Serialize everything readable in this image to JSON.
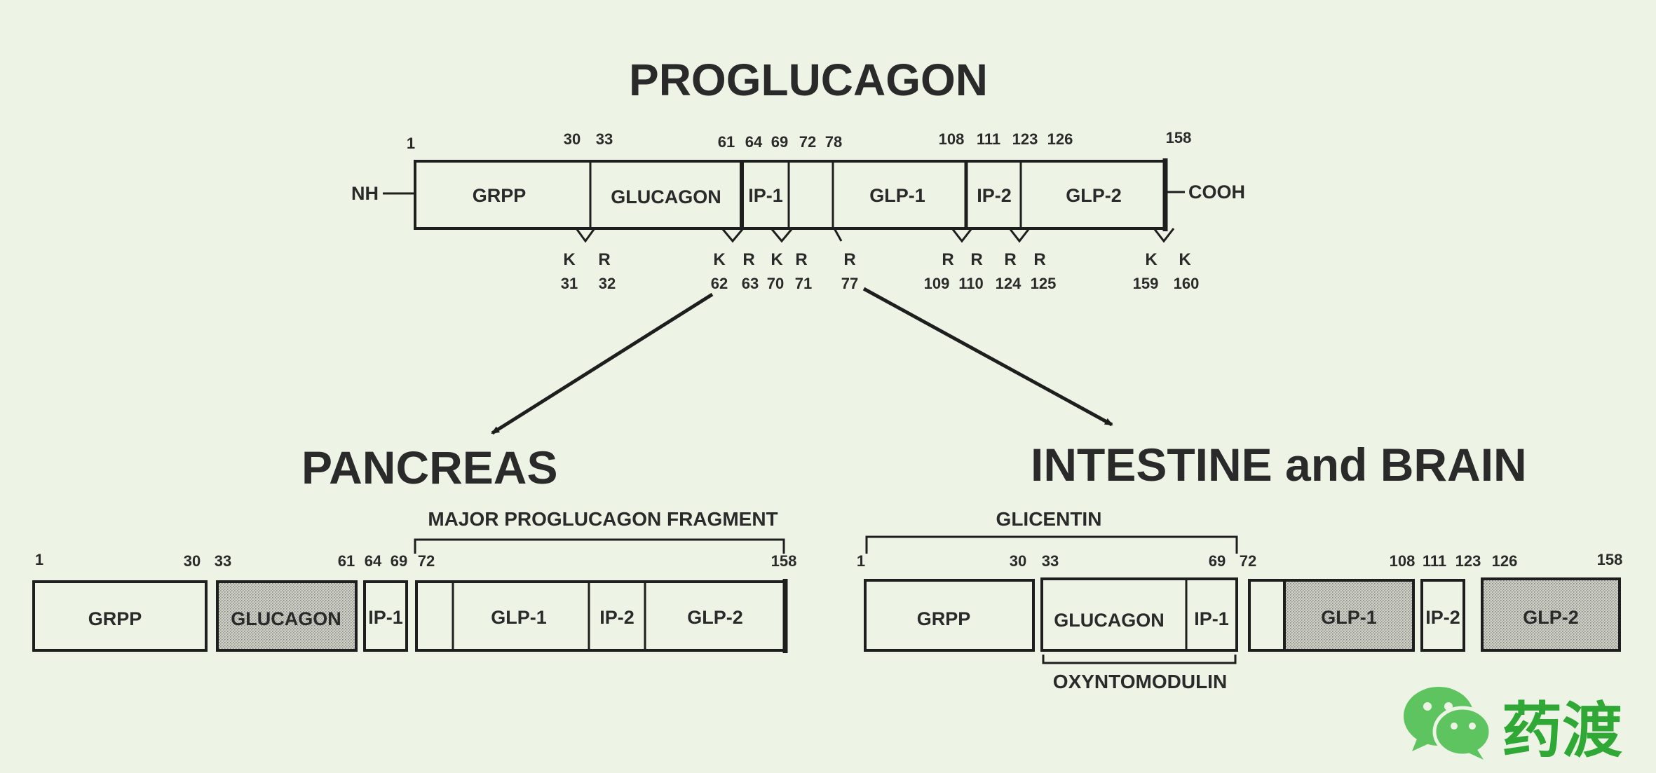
{
  "title": "PROGLUCAGON",
  "proglucagon": {
    "nh_label": "NH",
    "cooh_label": "COOH",
    "segments": [
      "GRPP",
      "GLUCAGON",
      "IP-1",
      "GLP-1",
      "IP-2",
      "GLP-2"
    ],
    "positions": [
      "1",
      "30",
      "33",
      "61",
      "64",
      "69",
      "72",
      "78",
      "108",
      "111",
      "123",
      "126",
      "158"
    ],
    "cleavage_sites": [
      {
        "aa": "K",
        "num": "31"
      },
      {
        "aa": "R",
        "num": "32"
      },
      {
        "aa": "K",
        "num": "62"
      },
      {
        "aa": "R",
        "num": "63"
      },
      {
        "aa": "K",
        "num": "70"
      },
      {
        "aa": "R",
        "num": "71"
      },
      {
        "aa": "R",
        "num": "77"
      },
      {
        "aa": "R",
        "num": "109"
      },
      {
        "aa": "R",
        "num": "110"
      },
      {
        "aa": "R",
        "num": "124"
      },
      {
        "aa": "R",
        "num": "125"
      },
      {
        "aa": "K",
        "num": "159"
      },
      {
        "aa": "K",
        "num": "160"
      }
    ]
  },
  "pancreas": {
    "title": "PANCREAS",
    "fragment_label": "MAJOR PROGLUCAGON FRAGMENT",
    "segments": [
      "GRPP",
      "GLUCAGON",
      "IP-1",
      "GLP-1",
      "IP-2",
      "GLP-2"
    ],
    "positions": [
      "1",
      "30",
      "33",
      "61",
      "64",
      "69",
      "72",
      "158"
    ]
  },
  "intestine": {
    "title": "INTESTINE and BRAIN",
    "glicentin_label": "GLICENTIN",
    "oxyntomodulin_label": "OXYNTOMODULIN",
    "segments": [
      "GRPP",
      "GLUCAGON",
      "IP-1",
      "GLP-1",
      "IP-2",
      "GLP-2"
    ],
    "positions": [
      "1",
      "30",
      "33",
      "69",
      "72",
      "108",
      "111",
      "123",
      "126",
      "158"
    ]
  },
  "watermark": {
    "text": "药渡",
    "icon": "wechat-icon"
  },
  "colors": {
    "background": "#edf4e6",
    "ink": "#1e1e1e",
    "shade": "#c8c8c0",
    "brand": "#30a835"
  }
}
